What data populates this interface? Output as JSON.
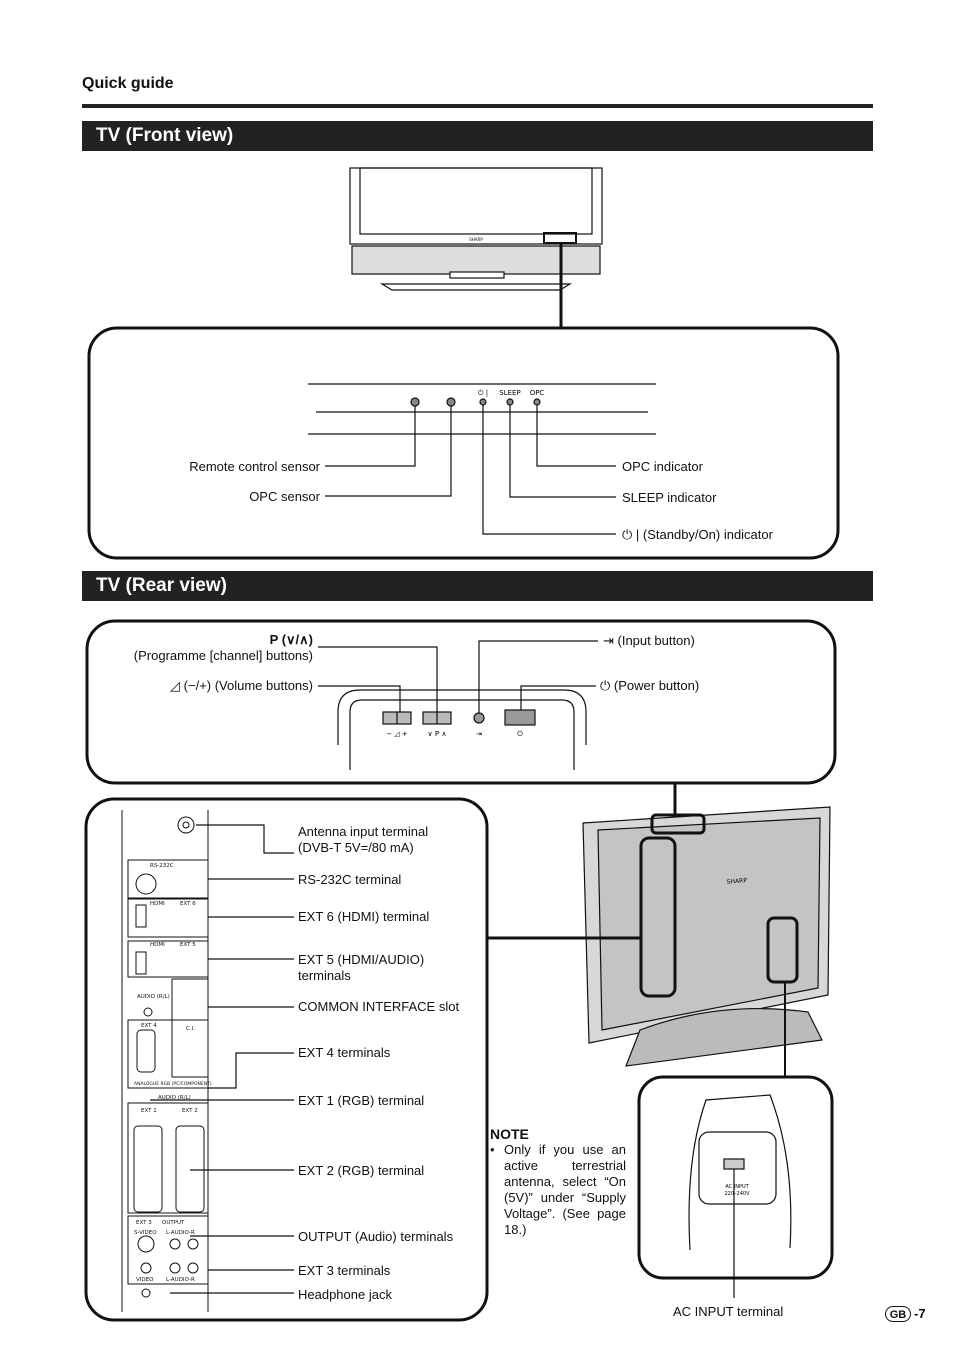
{
  "header": {
    "section": "Quick guide"
  },
  "front": {
    "title": "TV (Front view)",
    "sensor_labels": [
      "⏻ |",
      "SLEEP",
      "OPC"
    ],
    "labels": {
      "remote_sensor": "Remote control sensor",
      "opc_sensor": "OPC sensor",
      "opc_indicator": "OPC indicator",
      "sleep_indicator": "SLEEP indicator",
      "standby_indicator": "| (Standby/On) indicator"
    }
  },
  "rear": {
    "title": "TV (Rear view)",
    "labels": {
      "programme_line1": "P (∨/∧)",
      "programme_line2": "(Programme [channel] buttons)",
      "volume": "(−/+) (Volume buttons)",
      "input": "(Input button)",
      "power": "(Power button)"
    },
    "panel_marks": [
      "− ◿ +",
      "∨ P ∧",
      "⇥",
      "⏻"
    ]
  },
  "terminals": {
    "panel_text": [
      "RS-232C",
      "HDMI",
      "EXT 6",
      "HDMI",
      "EXT 5",
      "AUDIO (R/L)",
      "C.I.",
      "EXT 4",
      "ANALOGUE RGB (PC/COMPONENT)",
      "AUDIO (R/L)",
      "EXT 1",
      "EXT 2",
      "EXT 3",
      "OUTPUT",
      "S-VIDEO",
      "L-AUDIO-R",
      "VIDEO",
      "L-AUDIO-R"
    ],
    "antenna": "Antenna input terminal",
    "antenna_sub": "(DVB-T 5V=/80 mA)",
    "rs232c": "RS-232C terminal",
    "ext6": "EXT 6 (HDMI) terminal",
    "ext5_line1": "EXT 5 (HDMI/AUDIO)",
    "ext5_line2": "terminals",
    "ci": "COMMON INTERFACE slot",
    "ext4": "EXT 4 terminals",
    "ext1": "EXT 1 (RGB) terminal",
    "ext2": "EXT 2 (RGB) terminal",
    "output": "OUTPUT (Audio) terminals",
    "ext3": "EXT 3 terminals",
    "headphone": "Headphone jack"
  },
  "note": {
    "title": "NOTE",
    "bullet": "•",
    "text": "Only if you use an active terrestrial antenna, select “On (5V)” under “Supply Voltage”. (See page 18.)"
  },
  "ac": {
    "label": "AC INPUT terminal",
    "plate_line1": "AC INPUT",
    "plate_line2": "220–240V"
  },
  "tv_brand": "SHARP",
  "footer": {
    "badge": "GB",
    "page": "-7"
  }
}
